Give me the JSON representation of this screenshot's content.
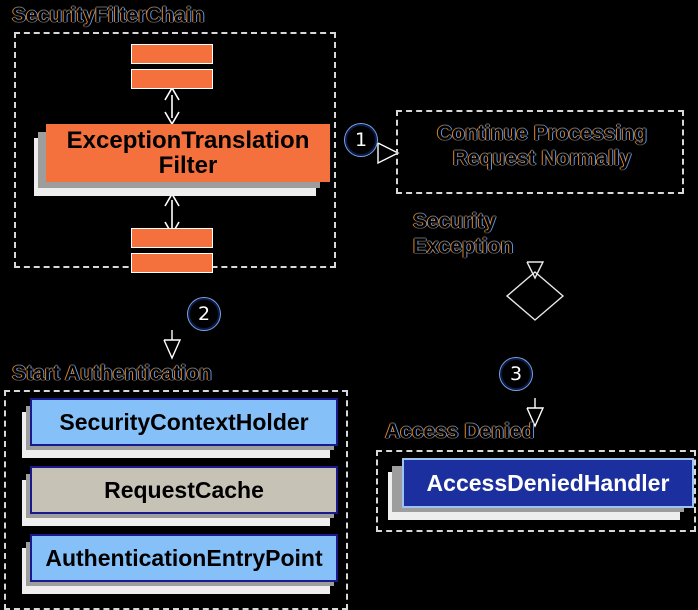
{
  "diagram": {
    "title": "ExceptionTranslationFilter flow",
    "background_color": "#000000",
    "colors": {
      "orange": "#f4703c",
      "light_blue": "#85c0f9",
      "tan": "#c7c2b6",
      "navy": "#1c2f9e",
      "dashed_border": "#d8d8d8",
      "shadow_near": "#9d9d9d",
      "shadow_far": "#eeeeee"
    }
  },
  "groups": {
    "filter_chain": {
      "label": "SecurityFilterChain"
    },
    "continue_processing": {
      "label": ""
    },
    "start_authentication": {
      "label": "Start Authentication"
    },
    "access_denied": {
      "label": "Access Denied"
    }
  },
  "nodes": {
    "filter_top_1": {
      "label": ""
    },
    "filter_top_2": {
      "label": ""
    },
    "exception_translation_filter": {
      "label": "ExceptionTranslation\nFilter",
      "line1": "ExceptionTranslation",
      "line2": "Filter"
    },
    "filter_bottom_1": {
      "label": ""
    },
    "filter_bottom_2": {
      "label": ""
    },
    "security_context_holder": {
      "label": "SecurityContextHolder"
    },
    "request_cache": {
      "label": "RequestCache"
    },
    "authentication_entry_point": {
      "label": "AuthenticationEntryPoint"
    },
    "access_denied_handler": {
      "label": "AccessDeniedHandler"
    }
  },
  "texts": {
    "continue_processing_line1": "Continue Processing",
    "continue_processing_line2": "Request Normally",
    "security_exception_line1": "Security",
    "security_exception_line2": "Exception"
  },
  "steps": {
    "one": "1",
    "two": "2",
    "three": "3"
  },
  "step_glyphs": {
    "one": "①",
    "two": "②",
    "three": "③"
  }
}
